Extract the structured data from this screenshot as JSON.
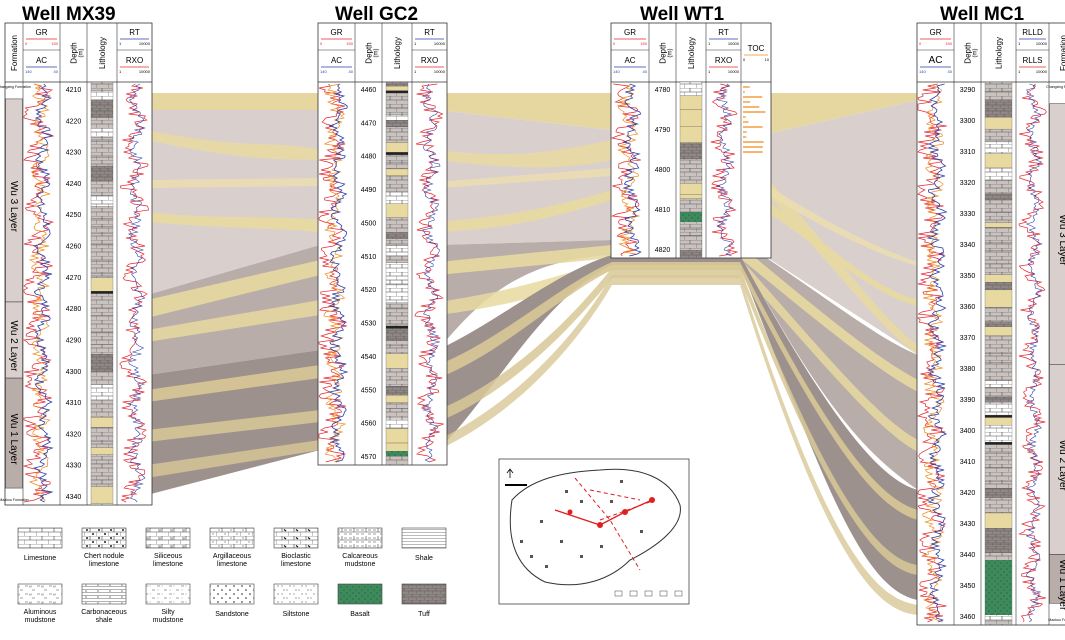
{
  "wells": [
    {
      "id": "mx39",
      "title": "Well  MX39",
      "depths": [
        "4210",
        "4220",
        "4230",
        "4240",
        "4250",
        "4260",
        "4270",
        "4280",
        "4290",
        "4300",
        "4310",
        "4320",
        "4330",
        "4340"
      ],
      "top_formation": "Changxing Formation",
      "bottom_formation": "Maokou Formation",
      "layers": [
        {
          "label": "Wu 3 Layer"
        },
        {
          "label": "Wu 2 Layer"
        },
        {
          "label": "Wu 1 Layer"
        }
      ]
    },
    {
      "id": "gc2",
      "title": "Well  GC2",
      "depths": [
        "4460",
        "4470",
        "4480",
        "4490",
        "4500",
        "4510",
        "4520",
        "4530",
        "4540",
        "4550",
        "4560",
        "4570"
      ]
    },
    {
      "id": "wt1",
      "title": "Well  WT1",
      "depths": [
        "4780",
        "4790",
        "4800",
        "4810",
        "4820"
      ]
    },
    {
      "id": "mc1",
      "title": "Well  MC1",
      "depths": [
        "3290",
        "3300",
        "3310",
        "3320",
        "3330",
        "3340",
        "3350",
        "3360",
        "3370",
        "3380",
        "3390",
        "3400",
        "3410",
        "3420",
        "3430",
        "3440",
        "3450",
        "3460"
      ],
      "top_formation": "Changxing Formation",
      "bottom_formation": "Maokou Formation",
      "layers": [
        {
          "label": "Wu 3 Layer"
        },
        {
          "label": "Wu 2 Layer"
        },
        {
          "label": "Wu 1 Layer"
        }
      ]
    }
  ],
  "headers": {
    "formation": "Formation",
    "depth": "Depth",
    "depth_unit": "(m)",
    "lithology": "Lithology",
    "gr": "GR",
    "ac": "AC",
    "rt": "RT",
    "rxo": "RXO",
    "toc": "TOC",
    "rlld": "RLLD",
    "rlls": "RLLS",
    "gr_min": "0",
    "gr_max": "150",
    "ac_min": "140",
    "ac_max": "40",
    "rt_min": "1",
    "rt_max": "10000",
    "toc_min": "0",
    "toc_max": "10"
  },
  "legend": [
    {
      "name": "Limestone",
      "pattern": "limestone"
    },
    {
      "name": "Chert nodule limestone",
      "pattern": "chert"
    },
    {
      "name": "Siliceous limestone",
      "pattern": "siliceous"
    },
    {
      "name": "Argillaceous limestone",
      "pattern": "argillaceous"
    },
    {
      "name": "Bioclastic limestone",
      "pattern": "bioclastic"
    },
    {
      "name": "Calcareous mudstone",
      "pattern": "calcmud"
    },
    {
      "name": "Shale",
      "pattern": "shale"
    },
    {
      "name": "Aluminous mudstone",
      "pattern": "alumud"
    },
    {
      "name": "Carbonaceous shale",
      "pattern": "carbshale"
    },
    {
      "name": "Silty mudstone",
      "pattern": "siltymud"
    },
    {
      "name": "Sandstone",
      "pattern": "sandstone"
    },
    {
      "name": "Siltstone",
      "pattern": "siltstone"
    },
    {
      "name": "Basalt",
      "pattern": "basalt"
    },
    {
      "name": "Tuff",
      "pattern": "tuff"
    }
  ],
  "colors": {
    "yellow": "#e8d9a0",
    "lightgray": "#d6cdcc",
    "midgray": "#b8aca9",
    "darkgray": "#9c8f8c",
    "curve_red": "#e8262d",
    "curve_blue": "#2a3fa8",
    "curve_orange": "#f08a1c",
    "curve_gray": "#888888"
  }
}
